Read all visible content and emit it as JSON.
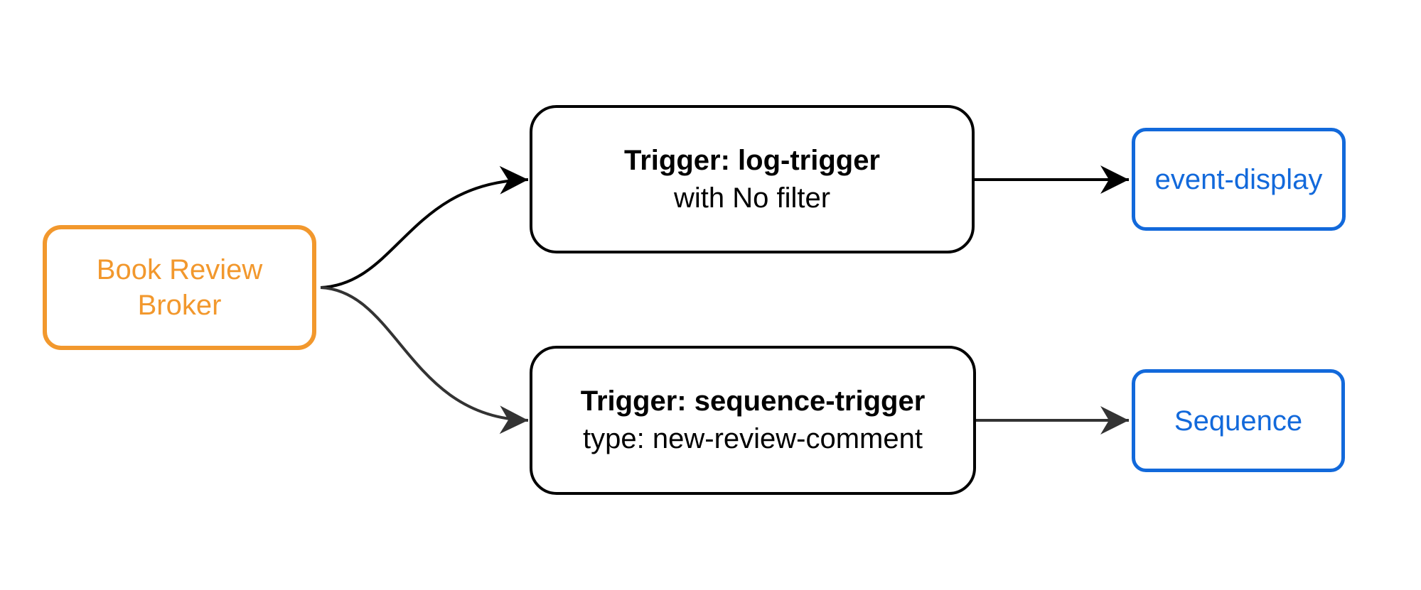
{
  "diagram": {
    "background": "#FFFFFF",
    "colors": {
      "broker_accent": "#F2982D",
      "trigger_border": "#000000",
      "service_accent": "#1269DB",
      "edge_black": "#000000",
      "edge_gray": "#333333"
    },
    "nodes": {
      "broker": {
        "label": "Book Review Broker"
      },
      "log_trigger": {
        "title": "Trigger: log-trigger",
        "subtitle": "with No filter"
      },
      "sequence_trigger": {
        "title": "Trigger: sequence-trigger",
        "subtitle": "type: new-review-comment"
      },
      "event_display": {
        "label": "event-display"
      },
      "sequence": {
        "label": "Sequence"
      }
    },
    "edges": [
      {
        "from": "broker",
        "to": "log_trigger",
        "color": "#000000"
      },
      {
        "from": "broker",
        "to": "sequence_trigger",
        "color": "#333333"
      },
      {
        "from": "log_trigger",
        "to": "event_display",
        "color": "#000000"
      },
      {
        "from": "sequence_trigger",
        "to": "sequence",
        "color": "#333333"
      }
    ]
  }
}
